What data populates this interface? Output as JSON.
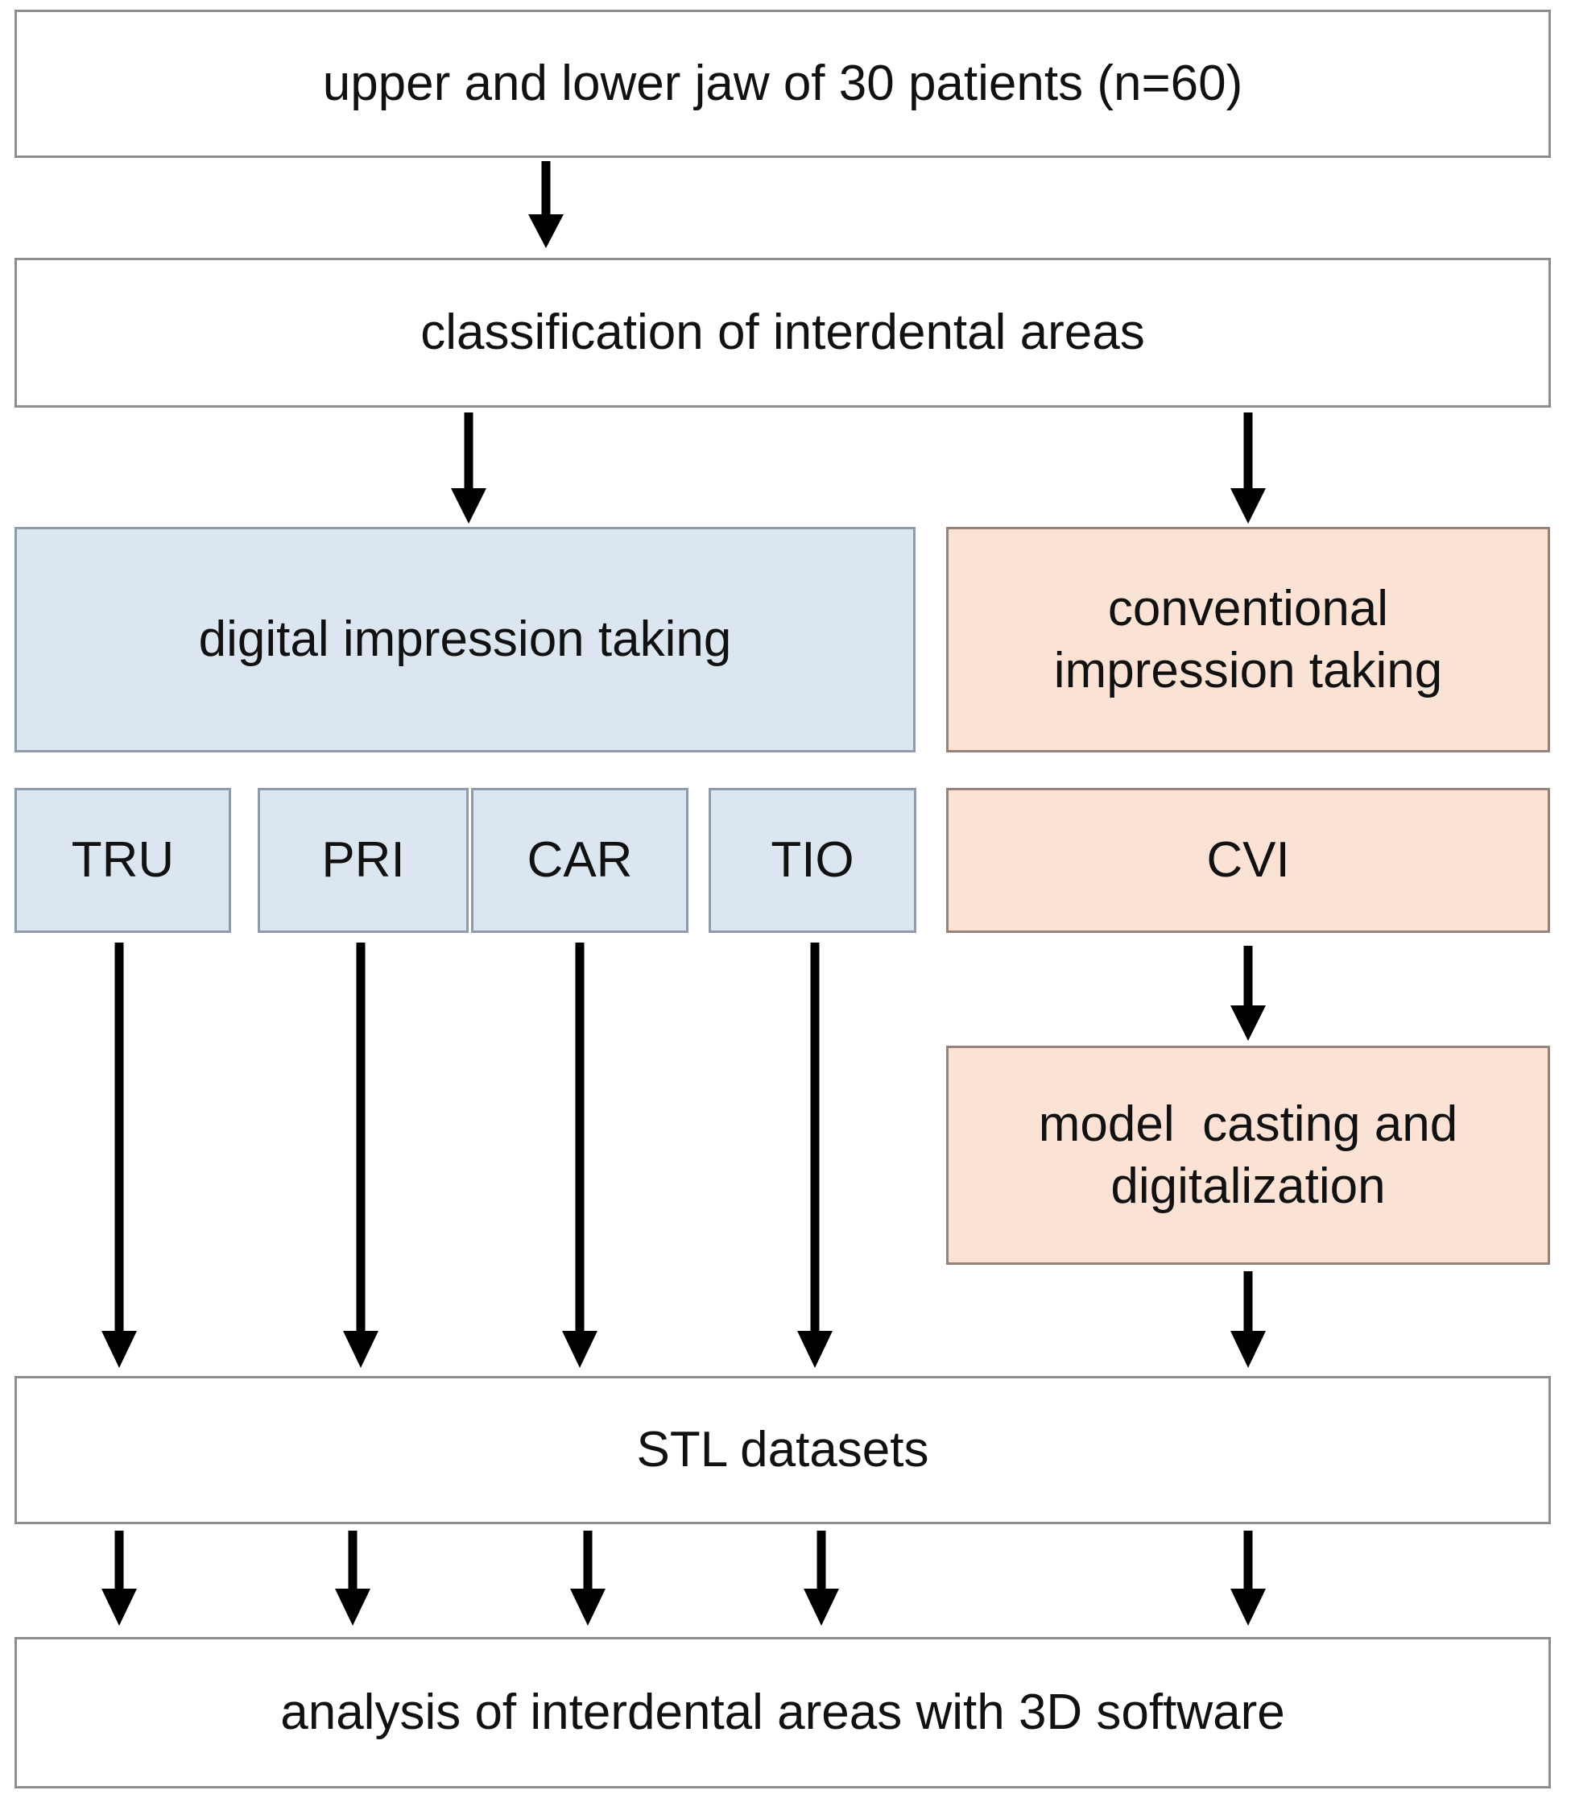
{
  "diagram": {
    "title": "study workflow flowchart",
    "colors": {
      "blue_fill": "#dce6f1",
      "peach_fill": "#fae2d5",
      "box_border": "#8d8d8d",
      "arrow": "#000000",
      "background": "#ffffff",
      "text": "#111111"
    },
    "nodes": {
      "patients": "upper and lower jaw of 30 patients (n=60)",
      "classification": "classification of interdental areas",
      "digital_impression": "digital impression taking",
      "conventional_impression": "conventional\nimpression taking",
      "scanner_tru": "TRU",
      "scanner_pri": "PRI",
      "scanner_car": "CAR",
      "scanner_tio": "TIO",
      "scanner_cvi": "CVI",
      "model_casting": "model  casting and\ndigitalization",
      "stl_datasets": "STL datasets",
      "analysis": "analysis of interdental areas with 3D software"
    },
    "edges": [
      {
        "from": "patients",
        "to": "classification"
      },
      {
        "from": "classification",
        "to": "digital_impression"
      },
      {
        "from": "classification",
        "to": "conventional_impression"
      },
      {
        "from": "scanner_cvi",
        "to": "model_casting"
      },
      {
        "from": "scanner_tru",
        "to": "stl_datasets"
      },
      {
        "from": "scanner_pri",
        "to": "stl_datasets"
      },
      {
        "from": "scanner_car",
        "to": "stl_datasets"
      },
      {
        "from": "scanner_tio",
        "to": "stl_datasets"
      },
      {
        "from": "model_casting",
        "to": "stl_datasets"
      },
      {
        "from": "stl_datasets",
        "to": "analysis"
      }
    ]
  }
}
